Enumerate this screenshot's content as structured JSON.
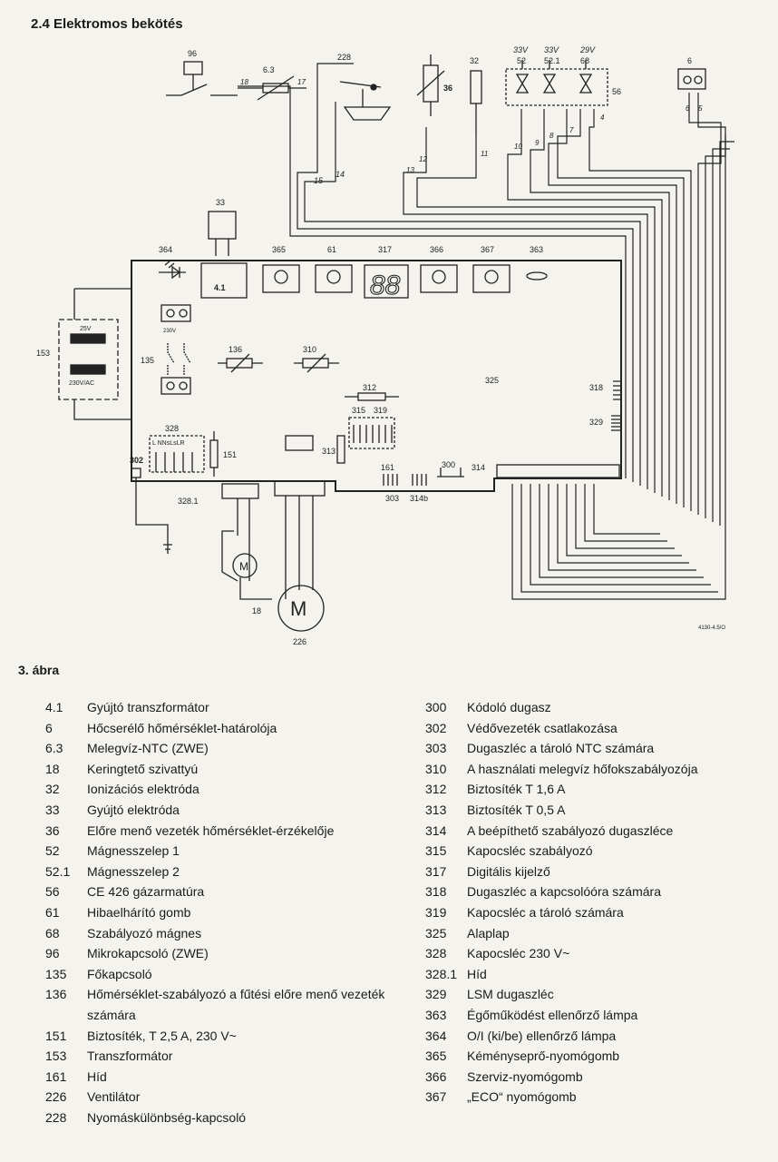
{
  "section_title": "2.4 Elektromos bekötés",
  "figure_label": "3. ábra",
  "drawing_code": "4130-4.5/O",
  "voltage_labels": {
    "v52": "33V",
    "v52_1": "33V",
    "v68": "29V",
    "trafo_top": "25V",
    "trafo_bottom": "230V/AC",
    "switch_230": "230V"
  },
  "terminal_labels": {
    "t328": "L NNsLsLR"
  },
  "display_digits": "88",
  "wire_numbers": [
    "18",
    "17",
    "15",
    "14",
    "13",
    "12",
    "11",
    "10",
    "9",
    "8",
    "7",
    "6",
    "5",
    "4"
  ],
  "component_labels": {
    "c96": "96",
    "c6_3": "6.3",
    "c228": "228",
    "c36": "36",
    "c32": "32",
    "c52": "52",
    "c52_1": "52.1",
    "c68": "68",
    "c56": "56",
    "c6": "6",
    "c33": "33",
    "c364": "364",
    "c365": "365",
    "c61": "61",
    "c317": "317",
    "c366": "366",
    "c367": "367",
    "c363": "363",
    "c4_1": "4.1",
    "c153": "153",
    "c135": "135",
    "c136": "136",
    "c310": "310",
    "c325": "325",
    "c312": "312",
    "c315": "315",
    "c319": "319",
    "c318": "318",
    "c329": "329",
    "c328": "328",
    "c302": "302",
    "c151": "151",
    "c313": "313",
    "c161": "161",
    "c300": "300",
    "c314": "314",
    "c303": "303",
    "c314b": "314b",
    "c328_1": "328.1",
    "c18": "18",
    "c226": "226"
  },
  "legend_left": [
    {
      "num": "4.1",
      "text": "Gyújtó transzformátor"
    },
    {
      "num": "6",
      "text": "Hőcserélő hőmérséklet-határolója"
    },
    {
      "num": "6.3",
      "text": "Melegvíz-NTC (ZWE)"
    },
    {
      "num": "18",
      "text": "Keringtető szivattyú"
    },
    {
      "num": "32",
      "text": "Ionizációs elektróda"
    },
    {
      "num": "33",
      "text": "Gyújtó elektróda"
    },
    {
      "num": "36",
      "text": "Előre menő vezeték hőmérséklet-érzékelője"
    },
    {
      "num": "52",
      "text": "Mágnesszelep 1"
    },
    {
      "num": "52.1",
      "text": "Mágnesszelep 2"
    },
    {
      "num": "56",
      "text": "CE 426 gázarmatúra"
    },
    {
      "num": "61",
      "text": "Hibaelhárító gomb"
    },
    {
      "num": "68",
      "text": "Szabályozó mágnes"
    },
    {
      "num": "96",
      "text": "Mikrokapcsoló (ZWE)"
    },
    {
      "num": "135",
      "text": "Főkapcsoló"
    },
    {
      "num": "136",
      "text": "Hőmérséklet-szabályozó a fűtési előre menő vezeték számára"
    },
    {
      "num": "151",
      "text": "Biztosíték, T 2,5 A, 230 V~"
    },
    {
      "num": "153",
      "text": "Transzformátor"
    },
    {
      "num": "161",
      "text": "Híd"
    },
    {
      "num": "226",
      "text": "Ventilátor"
    },
    {
      "num": "228",
      "text": "Nyomáskülönbség-kapcsoló"
    }
  ],
  "legend_right": [
    {
      "num": "300",
      "text": "Kódoló dugasz"
    },
    {
      "num": "302",
      "text": "Védővezeték csatlakozása"
    },
    {
      "num": "303",
      "text": "Dugaszléc a tároló NTC számára"
    },
    {
      "num": "310",
      "text": "A használati melegvíz hőfokszabályozója"
    },
    {
      "num": "312",
      "text": "Biztosíték T 1,6 A"
    },
    {
      "num": "313",
      "text": "Biztosíték T 0,5 A"
    },
    {
      "num": "314",
      "text": "A beépíthető szabályozó dugaszléce"
    },
    {
      "num": "315",
      "text": "Kapocsléc szabályozó"
    },
    {
      "num": "317",
      "text": "Digitális kijelző"
    },
    {
      "num": "318",
      "text": "Dugaszléc a kapcsolóóra számára"
    },
    {
      "num": "319",
      "text": "Kapocsléc a tároló számára"
    },
    {
      "num": "325",
      "text": "Alaplap"
    },
    {
      "num": "328",
      "text": "Kapocsléc 230 V~"
    },
    {
      "num": "328.1",
      "text": "Híd"
    },
    {
      "num": "329",
      "text": "LSM dugaszléc"
    },
    {
      "num": "363",
      "text": "Égőműködést ellenőrző lámpa"
    },
    {
      "num": "364",
      "text": "O/I (ki/be) ellenőrző lámpa"
    },
    {
      "num": "365",
      "text": "Kéményseprő-nyomógomb"
    },
    {
      "num": "366",
      "text": "Szerviz-nyomógomb"
    },
    {
      "num": "367",
      "text": "„ECO“ nyomógomb"
    }
  ]
}
